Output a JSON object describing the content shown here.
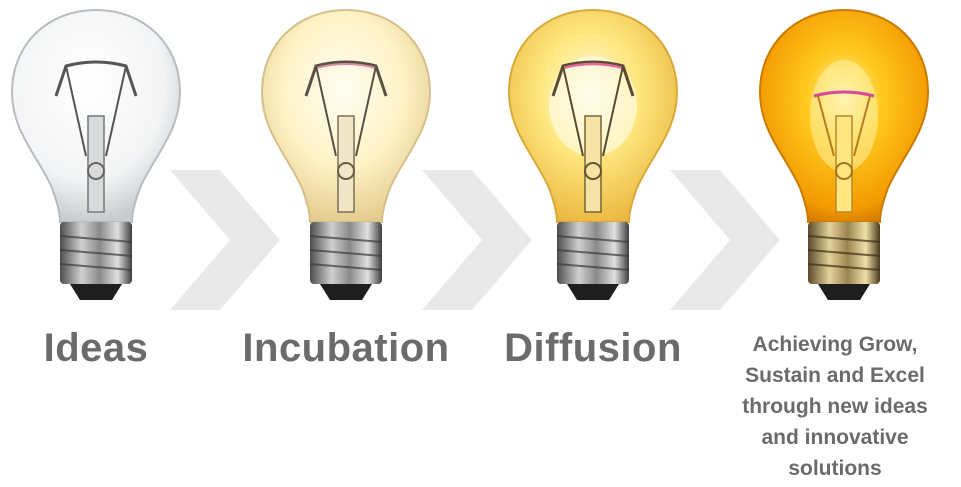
{
  "stages": [
    {
      "label": "Ideas",
      "glow": "clear"
    },
    {
      "label": "Incubation",
      "glow": "dim"
    },
    {
      "label": "Diffusion",
      "glow": "bright"
    },
    {
      "label_lines": [
        "Achieving Grow,",
        "Sustain and Excel",
        "through new ideas",
        "and innovative",
        "solutions"
      ],
      "glow": "full"
    }
  ],
  "colors": {
    "label_text": "#6b6b6b",
    "chevron": "#e9e9e9",
    "clear_glass": "#f4f5f6",
    "dim_glow": "#fff2c0",
    "bright_glow": "#ffdd5a",
    "full_glow": "#f5a300"
  },
  "icons": [
    "light-bulb-icon",
    "chevron-right-icon"
  ]
}
